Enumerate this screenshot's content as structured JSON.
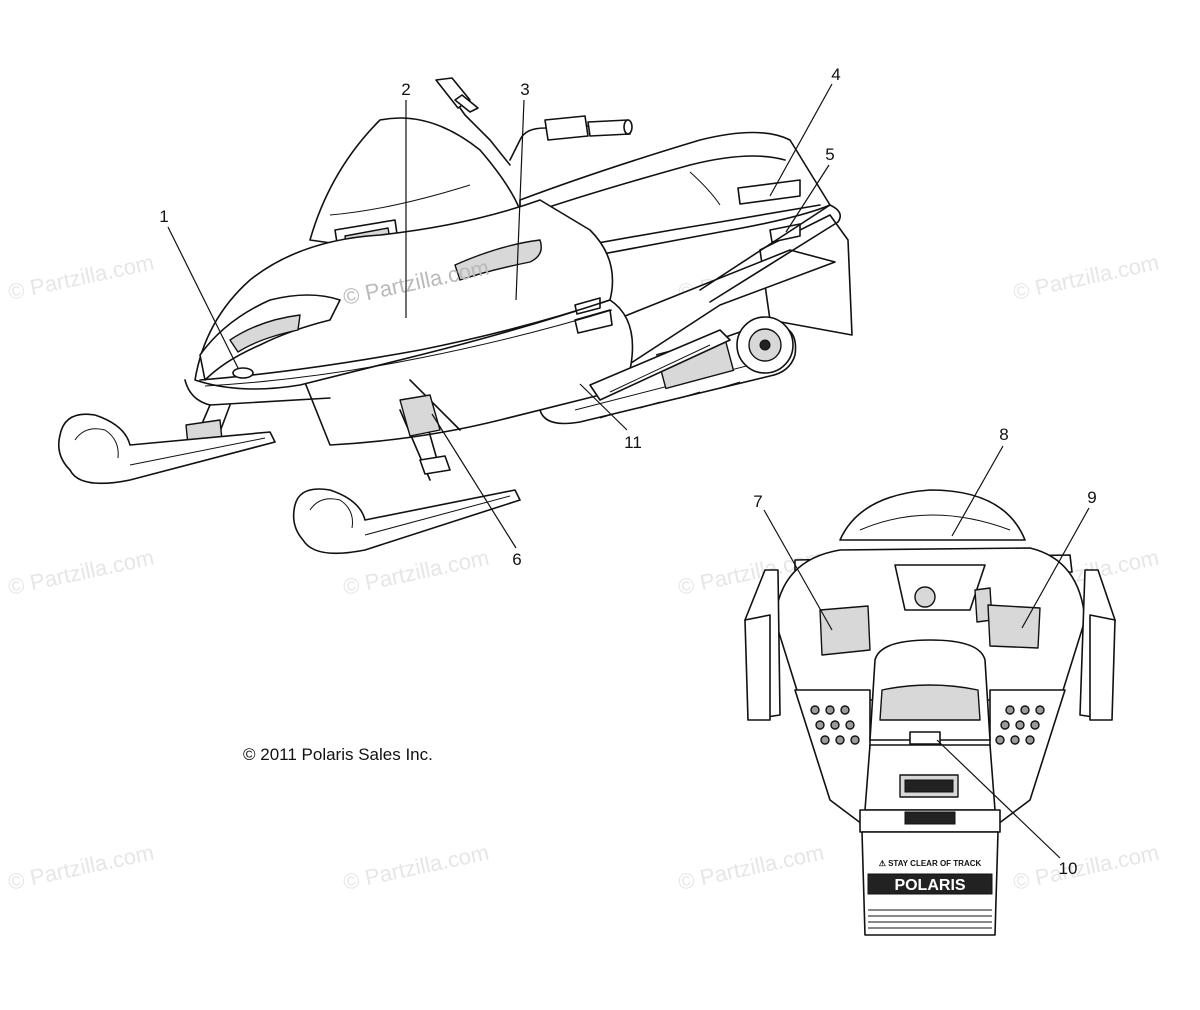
{
  "watermark": {
    "text": "© Partzilla.com"
  },
  "copyright": "© 2011 Polaris Sales Inc.",
  "callouts": [
    "1",
    "2",
    "3",
    "4",
    "5",
    "6",
    "7",
    "8",
    "9",
    "10",
    "11"
  ],
  "rear_decals": {
    "warning": "⚠ STAY CLEAR OF TRACK",
    "brand": "POLARIS"
  }
}
